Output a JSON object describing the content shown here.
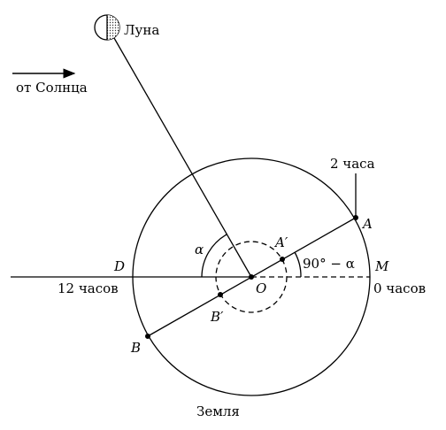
{
  "labels": {
    "moon": "Луна",
    "from_sun": "от Солнца",
    "two_hours": "2 часа",
    "point_a": "A",
    "point_a_prime": "A′",
    "point_b": "B",
    "point_b_prime": "B′",
    "point_d": "D",
    "point_m": "M",
    "point_o": "O",
    "alpha": "α",
    "angle_90_minus_alpha": "90° − α",
    "twelve_hours": "12 часов",
    "zero_hours": "0 часов",
    "earth": "Земля"
  }
}
